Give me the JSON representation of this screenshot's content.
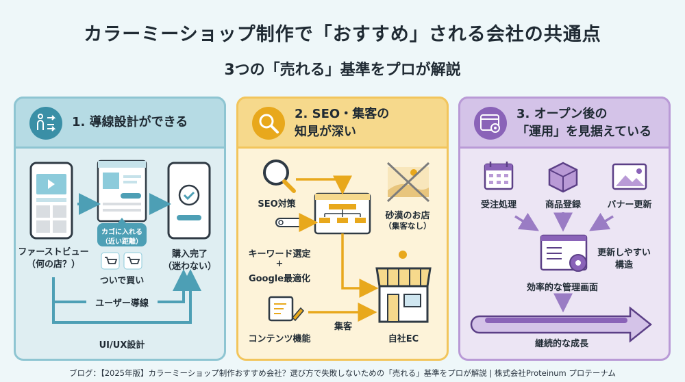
{
  "title": "カラーミーショップ制作で「おすすめ」される会社の共通点",
  "subtitle": "3つの「売れる」基準をプロが解説",
  "panels": [
    {
      "heading": "1. 導線設計ができる",
      "icon": "flow-icon",
      "labels": {
        "first_view": "ファーストビュー",
        "first_view_sub": "（何の店？）",
        "cart_bubble_1": "カゴに入れる",
        "cart_bubble_2": "（近い距離）",
        "buy_along": "ついで買い",
        "purchase_done": "購入完了",
        "purchase_done_sub": "（迷わない）",
        "user_flow": "ユーザー導線",
        "uiux": "UI/UX設計"
      }
    },
    {
      "heading_line1": "2. SEO・集客の",
      "heading_line2": "知見が深い",
      "icon": "search-icon",
      "labels": {
        "seo": "SEO対策",
        "desert_store": "砂漠のお店",
        "desert_store_sub": "（集客なし）",
        "keyword": "キーワード選定",
        "plus": "+",
        "google": "Google最適化",
        "attract": "集客",
        "content": "コンテンツ機能",
        "own_ec": "自社EC"
      }
    },
    {
      "heading_line1": "3. オープン後の",
      "heading_line2": "「運用」を見据えている",
      "icon": "settings-window-icon",
      "labels": {
        "order": "受注処理",
        "product": "商品登録",
        "banner": "バナー更新",
        "easy_1": "更新しやすい",
        "easy_2": "構造",
        "admin": "効率的な管理画面",
        "growth": "継続的な成長"
      }
    }
  ],
  "footer": "ブログ：【2025年版】カラーミーショップ制作おすすめ会社？選び方で失敗しないための「売れる」基準をプロが解説 | 株式会社Proteinum プロテーナム"
}
